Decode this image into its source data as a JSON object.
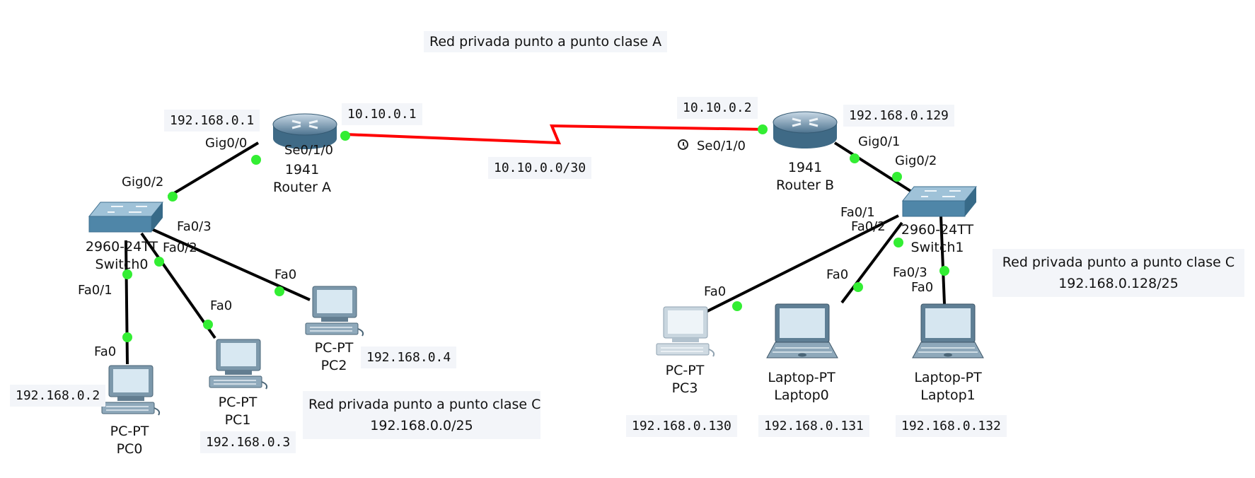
{
  "notes": {
    "title_class_a": "Red privada punto a punto clase A",
    "left_class_c": "Red privada punto a punto clase C",
    "left_network": "192.168.0.0/25",
    "right_class_c": "Red privada punto a punto clase C",
    "right_network": "192.168.0.128/25",
    "wan_network": "10.10.0.0/30"
  },
  "ips": {
    "router_a_gig": "192.168.0.1",
    "router_a_serial": "10.10.0.1",
    "router_b_serial": "10.10.0.2",
    "router_b_gig": "192.168.0.129",
    "pc0": "192.168.0.2",
    "pc1": "192.168.0.3",
    "pc2": "192.168.0.4",
    "pc3": "192.168.0.130",
    "laptop0": "192.168.0.131",
    "laptop1": "192.168.0.132"
  },
  "ports": {
    "ra_gig00": "Gig0/0",
    "ra_se010": "Se0/1/0",
    "rb_se010": "Se0/1/0",
    "rb_gig01": "Gig0/1",
    "sw1_gig02": "Gig0/2",
    "sw0_gig02": "Gig0/2",
    "sw0_fa03": "Fa0/3",
    "sw0_fa02": "Fa0/2",
    "sw0_fa01": "Fa0/1",
    "pc0_fa0": "Fa0",
    "pc1_fa0": "Fa0",
    "pc2_fa0": "Fa0",
    "sw1_fa01": "Fa0/1",
    "sw1_fa02": "Fa0/2",
    "sw1_fa03": "Fa0/3",
    "pc3_fa0": "Fa0",
    "laptop0_fa0": "Fa0",
    "laptop1_fa0": "Fa0"
  },
  "devices": {
    "router_a": {
      "model": "1941",
      "name": "Router A"
    },
    "router_b": {
      "model": "1941",
      "name": "Router B"
    },
    "switch0": {
      "model": "2960-24TT",
      "name": "Switch0"
    },
    "switch1": {
      "model": "2960-24TT",
      "name": "Switch1"
    },
    "pc0": {
      "model": "PC-PT",
      "name": "PC0"
    },
    "pc1": {
      "model": "PC-PT",
      "name": "PC1"
    },
    "pc2": {
      "model": "PC-PT",
      "name": "PC2"
    },
    "pc3": {
      "model": "PC-PT",
      "name": "PC3"
    },
    "laptop0": {
      "model": "Laptop-PT",
      "name": "Laptop0"
    },
    "laptop1": {
      "model": "Laptop-PT",
      "name": "Laptop1"
    }
  },
  "icons": {
    "router": "router-icon",
    "switch": "switch-icon",
    "pc": "pc-icon",
    "laptop": "laptop-icon",
    "clock": "clock-icon"
  },
  "colors": {
    "link_copper": "#000000",
    "link_serial": "#ff0000",
    "link_up": "#33ee33",
    "note_bg": "#f3f5f9"
  }
}
